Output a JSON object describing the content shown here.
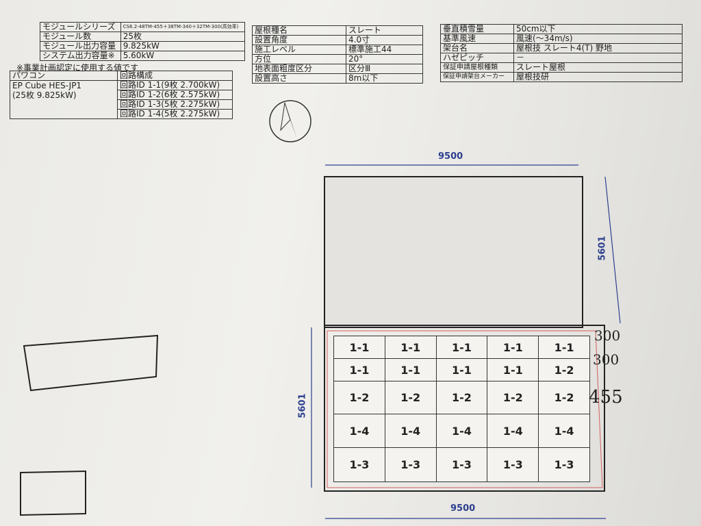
{
  "module_table": [
    {
      "label": "モジュールシリーズ",
      "value": "CS6.2-48TM-455＋38TM-340＋32TM-300(高効率)"
    },
    {
      "label": "モジュール数",
      "value": "25枚"
    },
    {
      "label": "モジュール出力容量",
      "value": "9.825kW"
    },
    {
      "label": "システム出力容量※",
      "value": "5.60kW"
    }
  ],
  "note": "※事業計画認定に使用する値です",
  "pcs_table": {
    "header_left": "パワコン",
    "header_right": "回路構成",
    "pcs_line1": "EP Cube HES-JP1",
    "pcs_line2": "(25枚 9.825kW)",
    "circuits": [
      "回路ID 1-1(9枚 2.700kW)",
      "回路ID 1-2(6枚 2.575kW)",
      "回路ID 1-3(5枚 2.275kW)",
      "回路ID 1-4(5枚 2.275kW)"
    ]
  },
  "roof_table": [
    {
      "label": "屋根種名",
      "value": "スレート"
    },
    {
      "label": "設置角度",
      "value": "4.0寸"
    },
    {
      "label": "施工レベル",
      "value": "標準施工44"
    },
    {
      "label": "方位",
      "value": "20°"
    },
    {
      "label": "地表面粗度区分",
      "value": "区分Ⅲ"
    },
    {
      "label": "設置高さ",
      "value": "8m以下"
    }
  ],
  "site_table": [
    {
      "label": "垂直積雪量",
      "value": "50cm以下"
    },
    {
      "label": "基準風速",
      "value": "風速(～34m/s)"
    },
    {
      "label": "架台名",
      "value": "屋根技 スレート4(T) 野地"
    },
    {
      "label": "ハゼピッチ",
      "value": "－"
    },
    {
      "label": "保証申請屋根種類",
      "value": "スレート屋根"
    },
    {
      "label": "保証申請架台メーカー",
      "value": "屋根技研"
    }
  ],
  "dimensions": {
    "top_width": "9500",
    "upper_height": "5601",
    "lower_height": "5601",
    "bottom_width": "9500"
  },
  "module_rows": [
    [
      "1-1",
      "1-1",
      "1-1",
      "1-1",
      "1-1"
    ],
    [
      "1-1",
      "1-1",
      "1-1",
      "1-1",
      "1-2"
    ],
    [
      "1-2",
      "1-2",
      "1-2",
      "1-2",
      "1-2"
    ],
    [
      "1-4",
      "1-4",
      "1-4",
      "1-4",
      "1-4"
    ],
    [
      "1-3",
      "1-3",
      "1-3",
      "1-3",
      "1-3"
    ]
  ],
  "handwritten": [
    "300",
    "300",
    "455"
  ]
}
